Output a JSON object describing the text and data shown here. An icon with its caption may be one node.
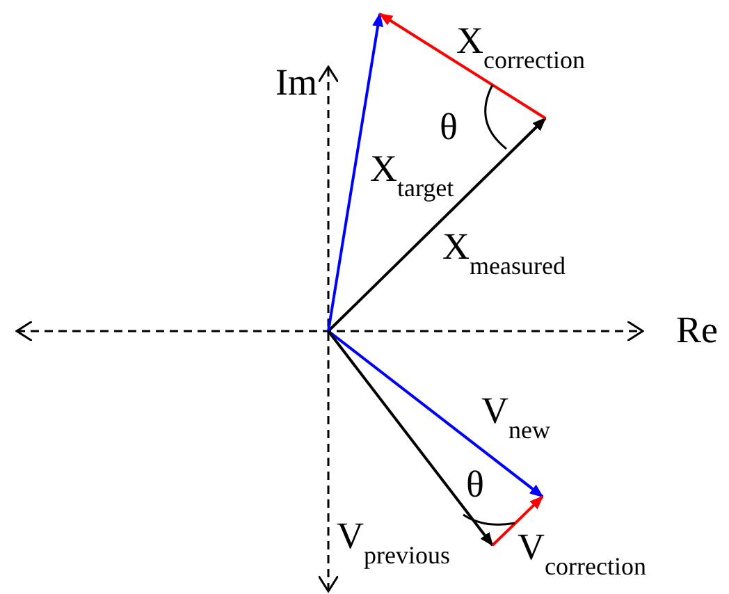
{
  "diagram": {
    "labels": [
      "Im",
      "Re",
      "X$_{correction}$",
      "θ",
      "X$_{target}$",
      "X$_{measured}$",
      "V$_{new}$",
      "θ",
      "V$_{previous}$",
      "V$_{correction}$"
    ]
  }
}
